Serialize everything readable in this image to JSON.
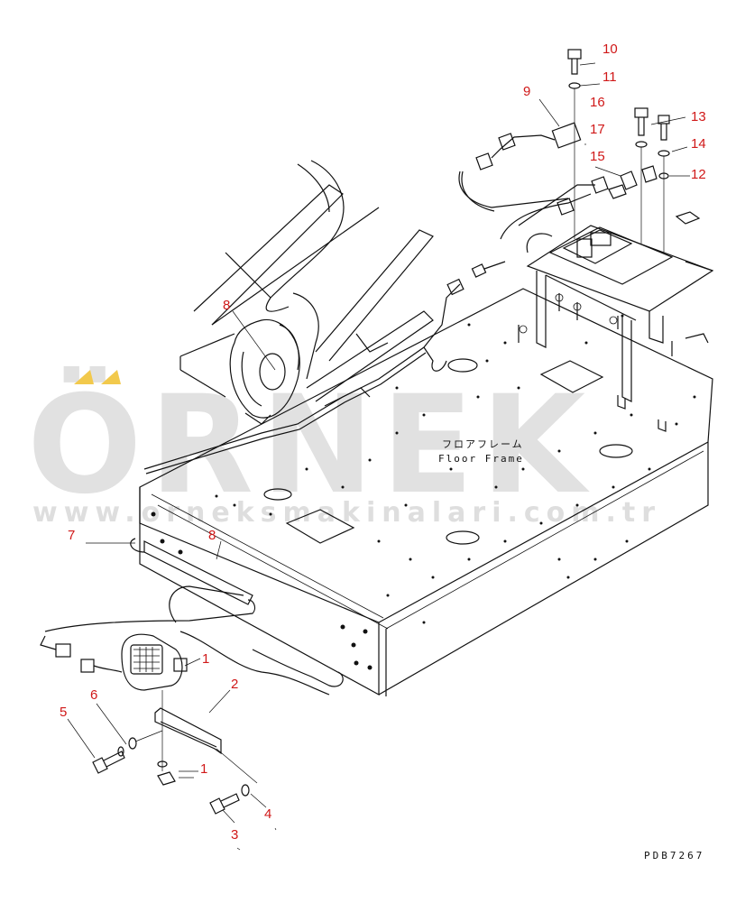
{
  "diagram": {
    "floor_frame_jp": "フロアフレーム",
    "floor_frame_en": "Floor Frame",
    "drawing_code": "PDB7267",
    "watermark": {
      "brand": "ÖRNEK",
      "url": "www.orneksmakinalari.com.tr",
      "accent_color": "#f2c94c"
    },
    "callout_color": "#d01818",
    "callouts": [
      {
        "label": "10"
      },
      {
        "label": "11"
      },
      {
        "label": "9"
      },
      {
        "label": "16"
      },
      {
        "label": "17"
      },
      {
        "label": "13"
      },
      {
        "label": "14"
      },
      {
        "label": "15"
      },
      {
        "label": "12"
      },
      {
        "label": "8"
      },
      {
        "label": "8"
      },
      {
        "label": "7"
      },
      {
        "label": "1"
      },
      {
        "label": "2"
      },
      {
        "label": "6"
      },
      {
        "label": "5"
      },
      {
        "label": "1"
      },
      {
        "label": "4"
      },
      {
        "label": "3"
      }
    ]
  }
}
